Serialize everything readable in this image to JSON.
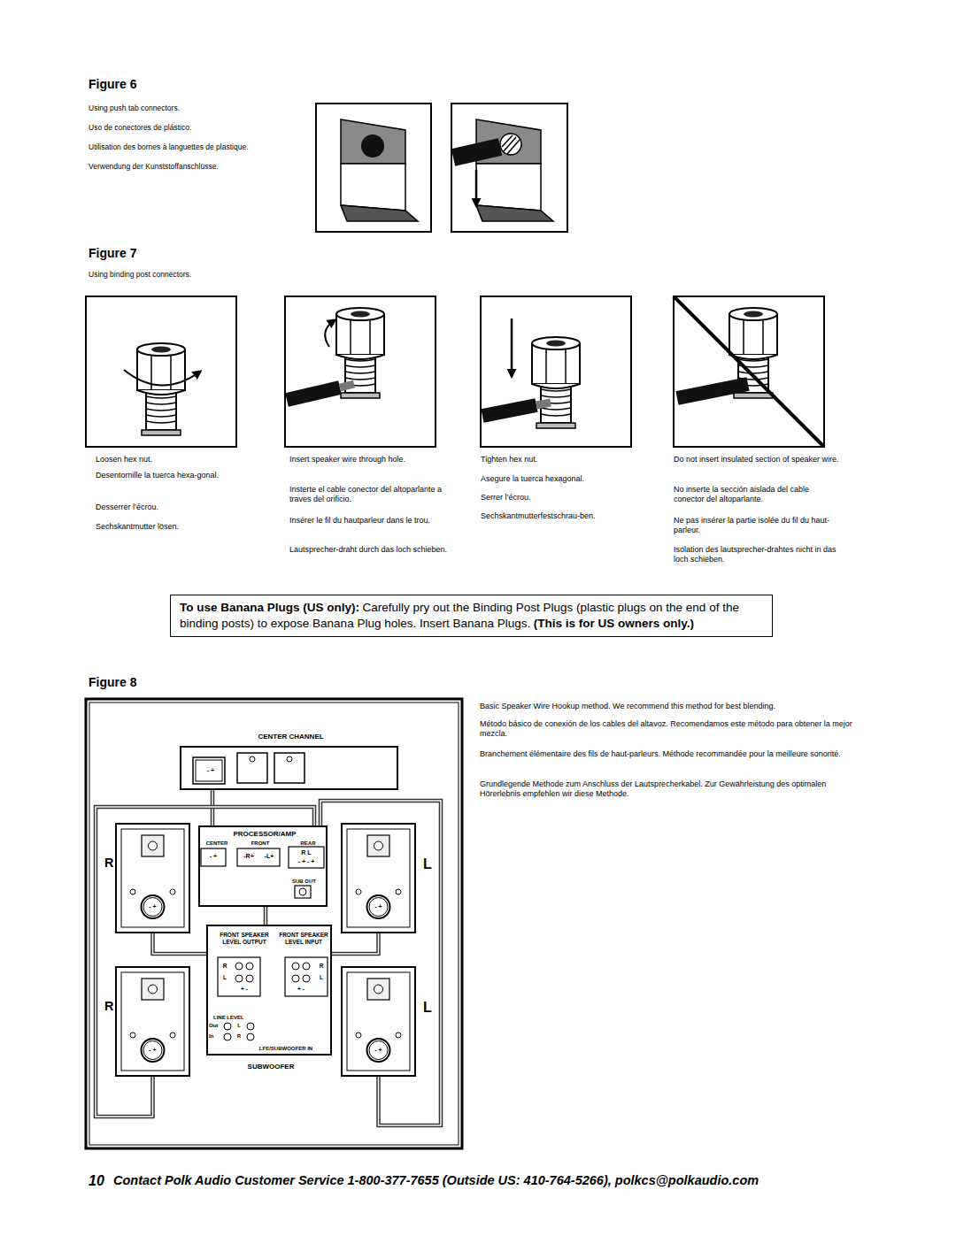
{
  "diagram": {
    "nodes": [
      {
        "text": [
          "To use Banana Plugs (US only):",
          "Carefully pry out the Binding Post Plugs (plastic plugs on the end of the binding posts) to expose Banana Plug holes. Insert Banana Plugs.",
          "(This is for US owners only.)"
        ]
      },
      {
        "text": [
          "CENTER CHANNEL"
        ]
      },
      {
        "text": [
          "R"
        ]
      },
      {
        "text": [
          "PROCESSOR/AMP",
          "CENTER",
          "FRONT",
          "REAR",
          "SUB OUT"
        ]
      },
      {
        "text": [
          "L"
        ]
      },
      {
        "text": [
          "FRONT SPEAKER LEVEL OUTPUT",
          "FRONT SPEAKER LEVEL INPUT",
          "LINE LEVEL",
          "LFE/SUBWOOFER IN",
          "SUBWOOFER"
        ]
      },
      {
        "text": [
          "R"
        ]
      },
      {
        "text": [
          "L"
        ]
      }
    ],
    "edges": [
      {
        "from": 1,
        "to": 3,
        "arrow": "none"
      },
      {
        "from": 3,
        "to": 5,
        "arrow": "none"
      },
      {
        "from": 2,
        "to": 5,
        "arrow": "none"
      },
      {
        "from": 4,
        "to": 5,
        "arrow": "none"
      },
      {
        "from": 3,
        "to": 6,
        "arrow": "none"
      },
      {
        "from": 3,
        "to": 7,
        "arrow": "none"
      }
    ],
    "labels": [
      "Figure 6",
      "Using push tab connectors.",
      "Uso de conectores de plástico.",
      "Utilisation des bornes à languettes de plastique.",
      "Verwendung der Kunststoffanschlüsse.",
      "Figure 7",
      "Using binding post connectors.",
      "Loosen hex nut.",
      "Desentornille la tuerca hexa-gonal.",
      "Desserrer l’écrou.",
      "Sechskantmutter lösen.",
      "Insert speaker wire through hole.",
      "Insterte el cable conector del altoparlante a traves del orificio.",
      "Insérer le fil du hautparleur dans le trou.",
      "Lautsprecher-draht durch das loch schieben.",
      "Tighten hex nut.",
      "Asegure la tuerca hexagonal.",
      "Serrer l’écrou.",
      "Sechskantmutterfestschrau-ben.",
      "Do not insert insulated section of speaker wire.",
      "No inserte la sección aislada del cable conector del altoparlante.",
      "Ne pas insérer la partie isolée du fil du haut-parleur.",
      "Isolation des lautsprecher-drahtes nicht in das loch schieben.",
      "Figure 8",
      "Basic Speaker Wire Hookup method. We recommend this method for best blending.",
      "Método básico de conexión de los cables del altavoz. Recomendamos este método para obtener la mejor mezcla.",
      "Branchement élémentaire des fils de haut-parleurs. Méthode recommandée pour la meilleure sonorité.",
      "Grundlegende Methode zum Anschluss der Lautsprecherkabel. Zur Gewährleistung des optimalen Hörerlebnis empfehlen wir diese Methode.",
      "10",
      "Contact Polk Audio Customer Service 1-800-377-7655 (Outside US: 410-764-5266), polkcs@polkaudio.com",
      "- +",
      "- +",
      "-R+",
      "-L+",
      "R L",
      "- + - +",
      "- +",
      "- +",
      "- +",
      "- +",
      "R",
      "L",
      "R",
      "L",
      "+ -",
      "+ -",
      "Out",
      "In",
      "L",
      "R"
    ]
  }
}
